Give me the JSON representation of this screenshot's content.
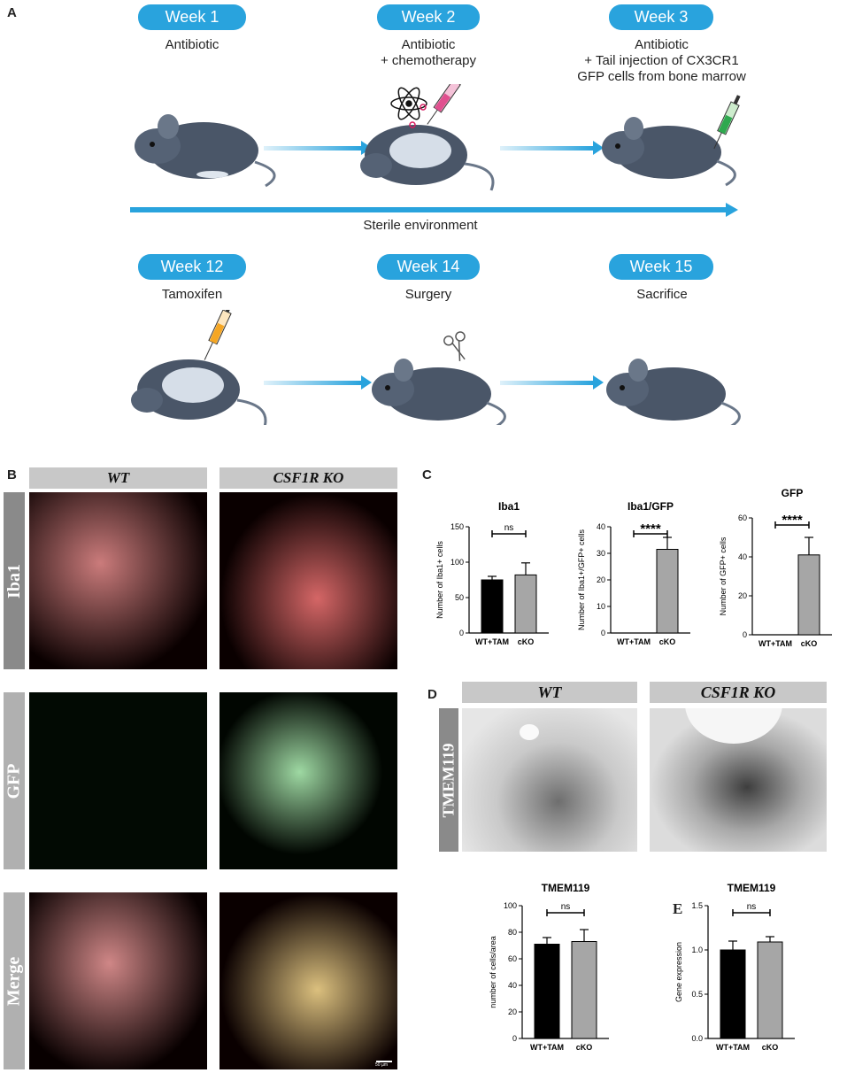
{
  "panels": {
    "a": "A",
    "b": "B",
    "c": "C",
    "d": "D",
    "e": "E"
  },
  "timeline": {
    "steps_top": [
      {
        "week": "Week 1",
        "text": [
          "Antibiotic"
        ]
      },
      {
        "week": "Week 2",
        "text": [
          "Antibiotic",
          "+ chemotherapy"
        ]
      },
      {
        "week": "Week 3",
        "text": [
          "Antibiotic",
          "+ Tail injection of CX3CR1",
          "GFP cells from bone marrow"
        ]
      }
    ],
    "sterile_label": "Sterile environment",
    "steps_bottom": [
      {
        "week": "Week 12",
        "text": [
          "Tamoxifen"
        ]
      },
      {
        "week": "Week 14",
        "text": [
          "Surgery"
        ]
      },
      {
        "week": "Week 15",
        "text": [
          "Sacrifice"
        ]
      }
    ],
    "colors": {
      "accent": "#29a3dd",
      "mouse": "#4a5668"
    }
  },
  "panel_b": {
    "columns": [
      "WT",
      "CSF1R KO"
    ],
    "rows": [
      "Iba1",
      "GFP",
      "Merge"
    ],
    "scale_bar": "50 µm"
  },
  "panel_d": {
    "columns": [
      "WT",
      "CSF1R KO"
    ],
    "row": "TMEM119"
  },
  "chart_data": [
    {
      "type": "bar",
      "title": "Iba1",
      "ylabel": "Number of Iba1+ cells",
      "categories": [
        "WT+TAM",
        "cKO"
      ],
      "values": [
        75,
        82
      ],
      "errors": [
        5,
        17
      ],
      "ylim": [
        0,
        150
      ],
      "yticks": [
        0,
        50,
        100,
        150
      ],
      "significance": "ns",
      "colors": [
        "#000000",
        "#a6a6a6"
      ]
    },
    {
      "type": "bar",
      "title": "Iba1/GFP",
      "ylabel": "Number of Iba1+/GFP+ cells",
      "categories": [
        "WT+TAM",
        "cKO"
      ],
      "values": [
        0,
        31.5
      ],
      "errors": [
        0,
        4.5
      ],
      "ylim": [
        0,
        40
      ],
      "yticks": [
        0,
        10,
        20,
        30,
        40
      ],
      "significance": "****",
      "colors": [
        "#000000",
        "#a6a6a6"
      ]
    },
    {
      "type": "bar",
      "title": "GFP",
      "ylabel": "Number of GFP+ cells",
      "categories": [
        "WT+TAM",
        "cKO"
      ],
      "values": [
        0,
        41
      ],
      "errors": [
        0,
        9
      ],
      "ylim": [
        0,
        60
      ],
      "yticks": [
        0,
        20,
        40,
        60
      ],
      "significance": "****",
      "colors": [
        "#000000",
        "#a6a6a6"
      ]
    },
    {
      "type": "bar",
      "title": "TMEM119",
      "ylabel": "number of cells/area",
      "categories": [
        "WT+TAM",
        "cKO"
      ],
      "values": [
        71,
        73
      ],
      "errors": [
        5,
        9
      ],
      "ylim": [
        0,
        100
      ],
      "yticks": [
        0,
        20,
        40,
        60,
        80,
        100
      ],
      "significance": "ns",
      "colors": [
        "#000000",
        "#a6a6a6"
      ]
    },
    {
      "type": "bar",
      "title": "TMEM119",
      "ylabel": "Gene expression",
      "categories": [
        "WT+TAM",
        "cKO"
      ],
      "values": [
        1.0,
        1.09
      ],
      "errors": [
        0.1,
        0.06
      ],
      "ylim": [
        0,
        1.5
      ],
      "yticks": [
        0.0,
        0.5,
        1.0,
        1.5
      ],
      "significance": "ns",
      "colors": [
        "#000000",
        "#a6a6a6"
      ]
    }
  ]
}
